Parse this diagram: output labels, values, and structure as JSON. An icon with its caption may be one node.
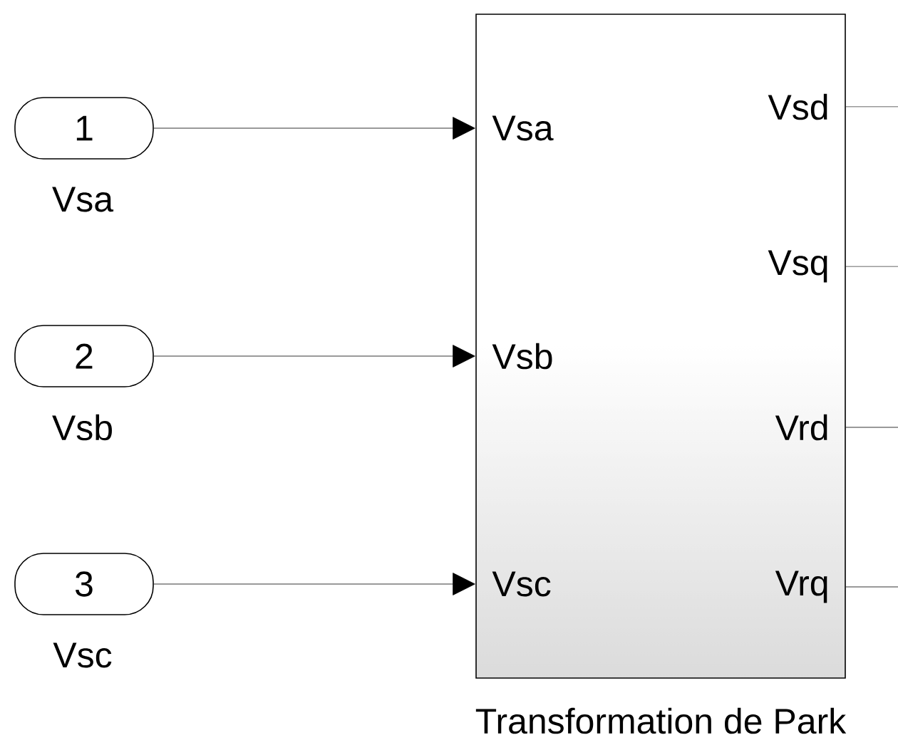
{
  "diagram": {
    "nodes": [
      {
        "text": [
          "1"
        ],
        "beside": [
          "Vsa"
        ]
      },
      {
        "text": [
          "2"
        ],
        "beside": [
          "Vsb"
        ]
      },
      {
        "text": [
          "3"
        ],
        "beside": [
          "Vsc"
        ]
      },
      {
        "text": [
          "Vsa",
          "Vsb",
          "Vsc",
          "Vsd",
          "Vsq",
          "Vrd",
          "Vrq"
        ],
        "beside": [
          "Transformation de Park"
        ]
      }
    ],
    "edges": [
      {
        "from": 0,
        "to": 3,
        "arrow": "to"
      },
      {
        "from": 1,
        "to": 3,
        "arrow": "to"
      },
      {
        "from": 2,
        "to": 3,
        "arrow": "to"
      },
      {
        "from": 3,
        "to": null,
        "arrow": "none"
      },
      {
        "from": 3,
        "to": null,
        "arrow": "none"
      },
      {
        "from": 3,
        "to": null,
        "arrow": "none"
      },
      {
        "from": 3,
        "to": null,
        "arrow": "none"
      }
    ]
  }
}
